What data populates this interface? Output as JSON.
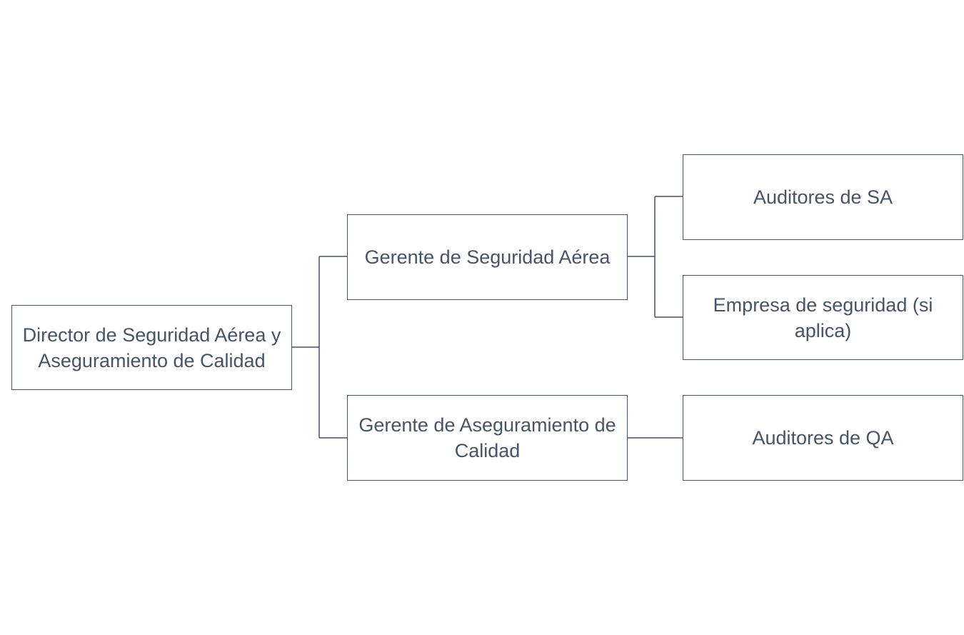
{
  "diagram": {
    "nodes": {
      "director": "Director de Seguridad Aérea y Aseguramiento de Calidad",
      "gerente_seguridad": "Gerente de Seguridad Aérea",
      "gerente_calidad": "Gerente de Aseguramiento de Calidad",
      "auditores_sa": "Auditores de SA",
      "empresa_seguridad": "Empresa de seguridad (si aplica)",
      "auditores_qa": "Auditores de QA"
    },
    "edges": [
      [
        "director",
        "gerente_seguridad"
      ],
      [
        "director",
        "gerente_calidad"
      ],
      [
        "gerente_seguridad",
        "auditores_sa"
      ],
      [
        "gerente_seguridad",
        "empresa_seguridad"
      ],
      [
        "gerente_calidad",
        "auditores_qa"
      ]
    ],
    "colors": {
      "stroke": "#44546a",
      "text": "#44546a",
      "background": "#ffffff"
    }
  }
}
